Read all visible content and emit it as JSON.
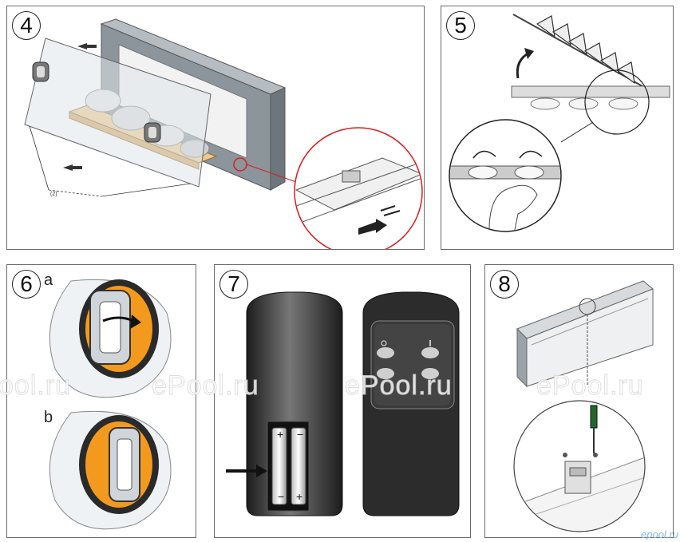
{
  "steps": [
    {
      "number": "4"
    },
    {
      "number": "5"
    },
    {
      "number": "6",
      "sublabels": [
        "a",
        "b"
      ]
    },
    {
      "number": "7",
      "battery_signs": [
        "+",
        "−",
        "−",
        "+"
      ]
    },
    {
      "number": "8"
    }
  ],
  "dimension_label": "(2)",
  "watermarks": [
    "ePool.ru",
    "ePool.ru",
    "ePool.ru",
    "ePool.ru"
  ],
  "watermark_partial": "ool.ru",
  "badge": "epool.ru",
  "colors": {
    "frame_gray": "#8c959b",
    "wood": "#f2c98a",
    "flame_orange": "#f39a1e",
    "remote_dark": "#2c2c2c",
    "callout_red": "#d61f1f"
  }
}
